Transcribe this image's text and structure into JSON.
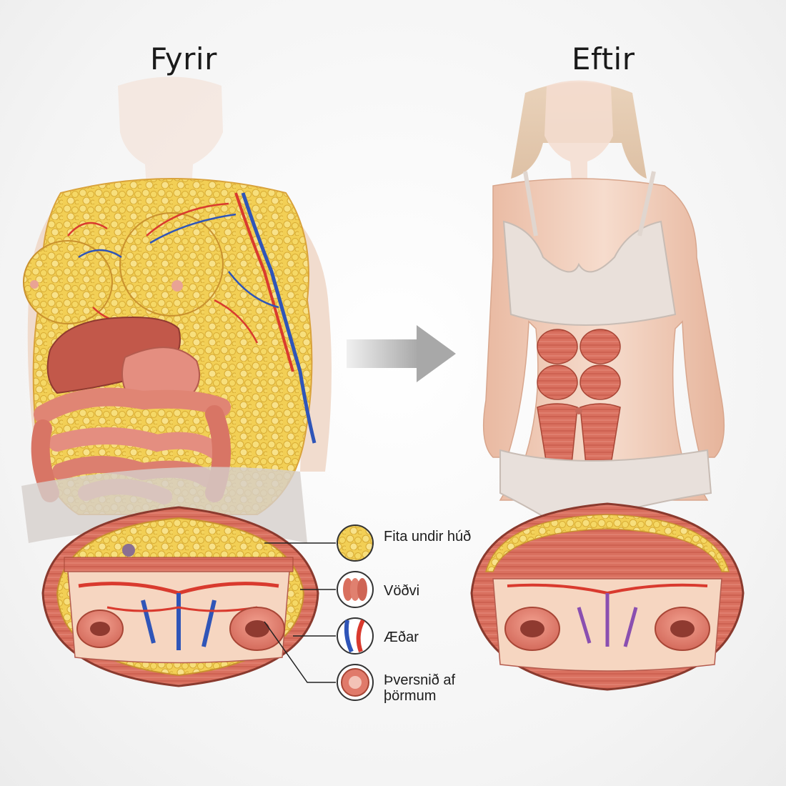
{
  "titles": {
    "before": "Fyrir",
    "after": "Eftir"
  },
  "legend": [
    {
      "id": "fat",
      "label": "Fita undir húð",
      "icon": "fat-cells-icon"
    },
    {
      "id": "muscle",
      "label": "Vöðvi",
      "icon": "muscle-fiber-icon"
    },
    {
      "id": "vessels",
      "label": "Æðar",
      "icon": "blood-vessels-icon"
    },
    {
      "id": "intestine",
      "label": "Þversnið af þörmum",
      "icon": "intestine-cross-section-icon"
    }
  ],
  "colors": {
    "fat": "#f2cf55",
    "muscle": "#d9705f",
    "skin": "#f3d2bf",
    "artery": "#d93a2e",
    "vein": "#2f55b8",
    "arrow": "#bfbfbf",
    "underwear": "#e9e0da"
  }
}
